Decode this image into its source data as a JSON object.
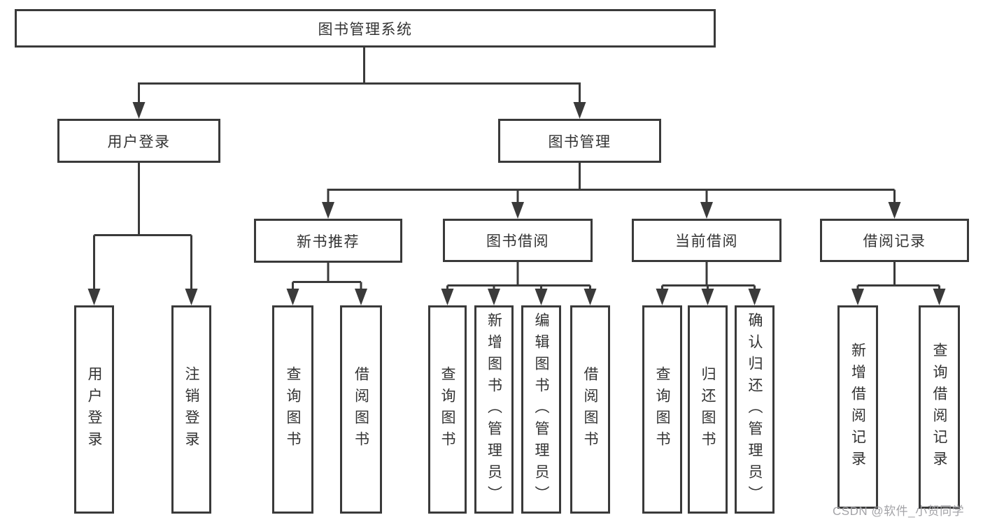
{
  "diagram": {
    "root": {
      "label": "图书管理系统"
    },
    "branches": [
      {
        "label": "用户登录",
        "children": [
          {
            "label": "用户登录"
          },
          {
            "label": "注销登录"
          }
        ]
      },
      {
        "label": "图书管理",
        "children": [
          {
            "label": "新书推荐",
            "children": [
              {
                "label": "查询图书"
              },
              {
                "label": "借阅图书"
              }
            ]
          },
          {
            "label": "图书借阅",
            "children": [
              {
                "label": "查询图书"
              },
              {
                "label": "新增图书（管理员）"
              },
              {
                "label": "编辑图书（管理员）"
              },
              {
                "label": "借阅图书"
              }
            ]
          },
          {
            "label": "当前借阅",
            "children": [
              {
                "label": "查询图书"
              },
              {
                "label": "归还图书"
              },
              {
                "label": "确认归还（管理员）"
              }
            ]
          },
          {
            "label": "借阅记录",
            "children": [
              {
                "label": "新增借阅记录"
              },
              {
                "label": "查询借阅记录"
              }
            ]
          }
        ]
      }
    ]
  },
  "watermark": {
    "text": "CSDN @软件_小贺同学"
  },
  "colors": {
    "line": "#3a3a3a",
    "text": "#333333",
    "box_background": "#ffffff",
    "watermark": "#a3a3a7",
    "background": "#ffffff"
  }
}
